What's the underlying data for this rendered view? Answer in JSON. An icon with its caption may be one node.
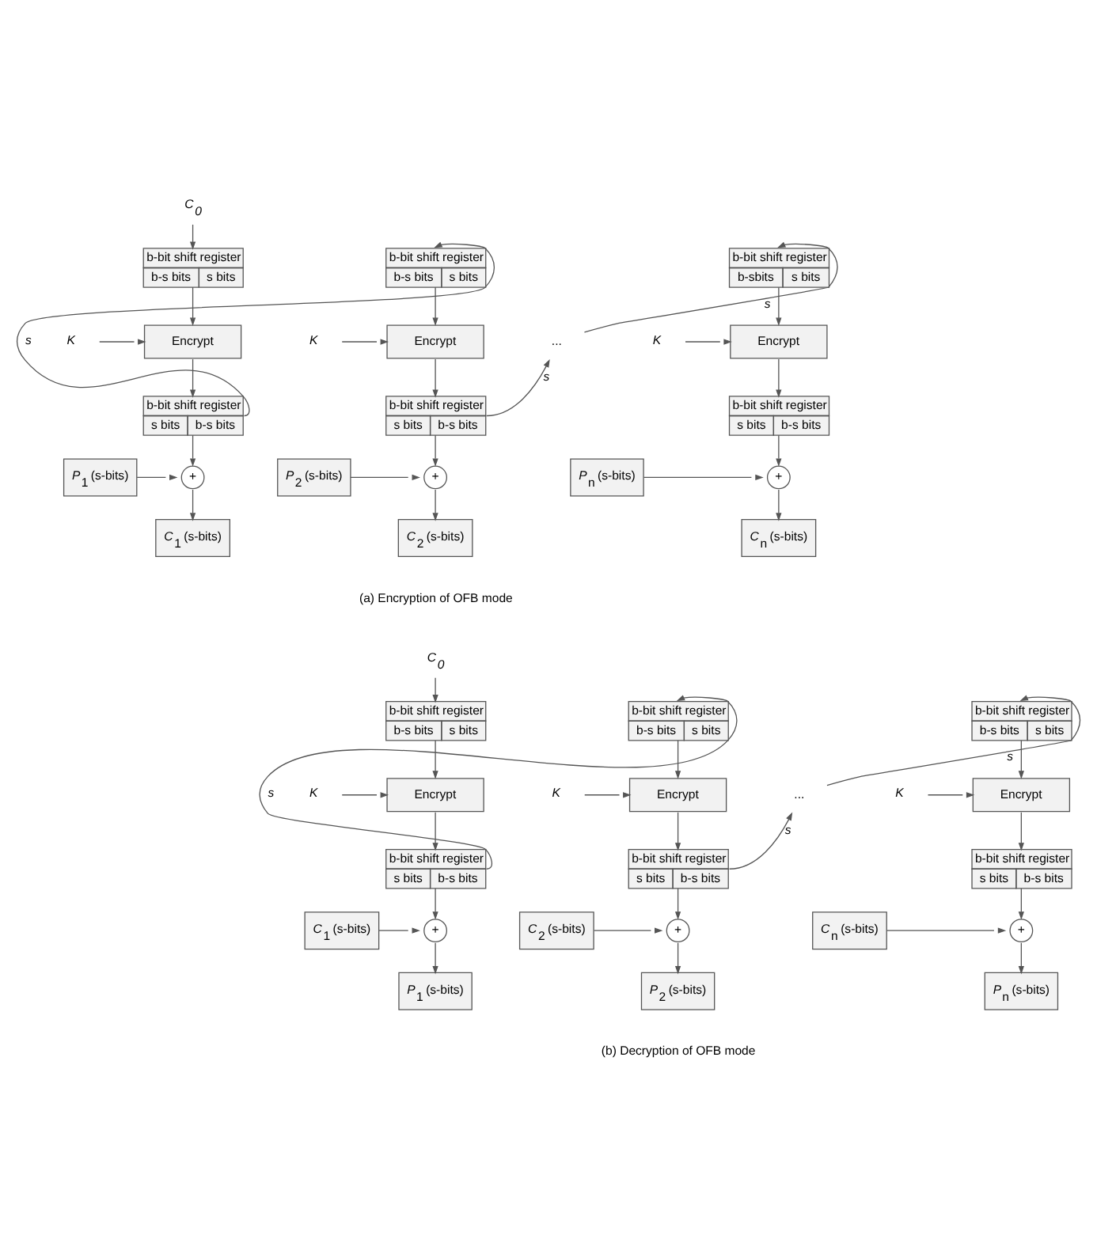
{
  "diagram": {
    "nodes": [
      {
        "text": [
          "*C*$_{0}$"
        ]
      },
      {
        "text": [
          "b-bit shift register",
          "b-s bits",
          "s bits"
        ]
      },
      {
        "text": [
          "K"
        ]
      },
      {
        "text": [
          "Encrypt"
        ]
      },
      {
        "text": [
          "b-bit shift register",
          "s bits",
          "b-s bits"
        ]
      },
      {
        "text": [
          "*P*$_{1}$ (s-bits)"
        ]
      },
      {
        "text": [
          "+"
        ]
      },
      {
        "text": [
          "*C*$_{1}$ (s-bits)"
        ]
      },
      {
        "text": [
          "b-bit shift register",
          "b-s bits",
          "s bits"
        ]
      },
      {
        "text": [
          "K"
        ]
      },
      {
        "text": [
          "Encrypt"
        ]
      },
      {
        "text": [
          "b-bit shift register",
          "s bits",
          "b-s bits"
        ]
      },
      {
        "text": [
          "*P*$_{2}$ (s-bits)"
        ]
      },
      {
        "text": [
          "+"
        ]
      },
      {
        "text": [
          "*C*$_{2}$ (s-bits)"
        ]
      },
      {
        "text": [
          "..."
        ]
      },
      {
        "text": [
          "b-bit shift register",
          "b-sbits",
          "s bits"
        ]
      },
      {
        "text": [
          "K"
        ]
      },
      {
        "text": [
          "Encrypt"
        ]
      },
      {
        "text": [
          "b-bit shift register",
          "s bits",
          "b-s bits"
        ]
      },
      {
        "text": [
          "*P*$_{n}$ (s-bits)"
        ]
      },
      {
        "text": [
          "+"
        ]
      },
      {
        "text": [
          "*C*$_{n}$ (s-bits)"
        ]
      },
      {
        "text": [
          "*C*$_{0}$"
        ]
      },
      {
        "text": [
          "b-bit shift register",
          "b-s bits",
          "s bits"
        ]
      },
      {
        "text": [
          "K"
        ]
      },
      {
        "text": [
          "Encrypt"
        ]
      },
      {
        "text": [
          "b-bit shift register",
          "s bits",
          "b-s bits"
        ]
      },
      {
        "text": [
          "*C*$_{1}$ (s-bits)"
        ]
      },
      {
        "text": [
          "+"
        ]
      },
      {
        "text": [
          "*P*$_{1}$ (s-bits)"
        ]
      },
      {
        "text": [
          "b-bit shift register",
          "b-s bits",
          "s bits"
        ]
      },
      {
        "text": [
          "K"
        ]
      },
      {
        "text": [
          "Encrypt"
        ]
      },
      {
        "text": [
          "b-bit shift register",
          "s bits",
          "b-s bits"
        ]
      },
      {
        "text": [
          "*C*$_{2}$ (s-bits)"
        ]
      },
      {
        "text": [
          "+"
        ]
      },
      {
        "text": [
          "*P*$_{2}$ (s-bits)"
        ]
      },
      {
        "text": [
          "..."
        ]
      },
      {
        "text": [
          "b-bit shift register",
          "b-s bits",
          "s bits"
        ]
      },
      {
        "text": [
          "K"
        ]
      },
      {
        "text": [
          "Encrypt"
        ]
      },
      {
        "text": [
          "b-bit shift register",
          "s bits",
          "b-s bits"
        ]
      },
      {
        "text": [
          "*C*$_{n}$ (s-bits)"
        ]
      },
      {
        "text": [
          "+"
        ]
      },
      {
        "text": [
          "*P*$_{n}$ (s-bits)"
        ]
      }
    ],
    "edges": [
      {
        "from": 0,
        "to": 1,
        "arrow": "to"
      },
      {
        "from": 1,
        "to": 3,
        "arrow": "to"
      },
      {
        "from": 2,
        "to": 3,
        "arrow": "to"
      },
      {
        "from": 3,
        "to": 4,
        "arrow": "to"
      },
      {
        "from": 4,
        "to": 6,
        "arrow": "to"
      },
      {
        "from": 5,
        "to": 6,
        "arrow": "to"
      },
      {
        "from": 6,
        "to": 7,
        "arrow": "to"
      },
      {
        "from": 4,
        "to": 8,
        "arrow": "to",
        "label": "s"
      },
      {
        "from": 8,
        "to": 10,
        "arrow": "to"
      },
      {
        "from": 9,
        "to": 10,
        "arrow": "to"
      },
      {
        "from": 10,
        "to": 11,
        "arrow": "to"
      },
      {
        "from": 11,
        "to": 13,
        "arrow": "to"
      },
      {
        "from": 12,
        "to": 13,
        "arrow": "to"
      },
      {
        "from": 13,
        "to": 14,
        "arrow": "to"
      },
      {
        "from": 11,
        "to": 15,
        "arrow": "to",
        "label": "s"
      },
      {
        "from": 15,
        "to": 16,
        "arrow": "to",
        "label": "s"
      },
      {
        "from": 16,
        "to": 18,
        "arrow": "to"
      },
      {
        "from": 17,
        "to": 18,
        "arrow": "to"
      },
      {
        "from": 18,
        "to": 19,
        "arrow": "to"
      },
      {
        "from": 19,
        "to": 21,
        "arrow": "to"
      },
      {
        "from": 20,
        "to": 21,
        "arrow": "to"
      },
      {
        "from": 21,
        "to": 22,
        "arrow": "to"
      },
      {
        "from": 23,
        "to": 24,
        "arrow": "to"
      },
      {
        "from": 24,
        "to": 26,
        "arrow": "to"
      },
      {
        "from": 25,
        "to": 26,
        "arrow": "to"
      },
      {
        "from": 26,
        "to": 27,
        "arrow": "to"
      },
      {
        "from": 27,
        "to": 29,
        "arrow": "to"
      },
      {
        "from": 28,
        "to": 29,
        "arrow": "to"
      },
      {
        "from": 29,
        "to": 30,
        "arrow": "to"
      },
      {
        "from": 27,
        "to": 31,
        "arrow": "to",
        "label": "s"
      },
      {
        "from": 31,
        "to": 33,
        "arrow": "to"
      },
      {
        "from": 32,
        "to": 33,
        "arrow": "to"
      },
      {
        "from": 33,
        "to": 34,
        "arrow": "to"
      },
      {
        "from": 34,
        "to": 36,
        "arrow": "to"
      },
      {
        "from": 35,
        "to": 36,
        "arrow": "to"
      },
      {
        "from": 36,
        "to": 37,
        "arrow": "to"
      },
      {
        "from": 34,
        "to": 38,
        "arrow": "to",
        "label": "s"
      },
      {
        "from": 38,
        "to": 39,
        "arrow": "to",
        "label": "s"
      },
      {
        "from": 39,
        "to": 41,
        "arrow": "to"
      },
      {
        "from": 40,
        "to": 41,
        "arrow": "to"
      },
      {
        "from": 41,
        "to": 42,
        "arrow": "to"
      },
      {
        "from": 42,
        "to": 44,
        "arrow": "to"
      },
      {
        "from": 43,
        "to": 44,
        "arrow": "to"
      },
      {
        "from": 44,
        "to": 45,
        "arrow": "to"
      }
    ],
    "labels": [
      "(a) Encryption of OFB mode",
      "(b) Decryption of OFB mode"
    ]
  }
}
